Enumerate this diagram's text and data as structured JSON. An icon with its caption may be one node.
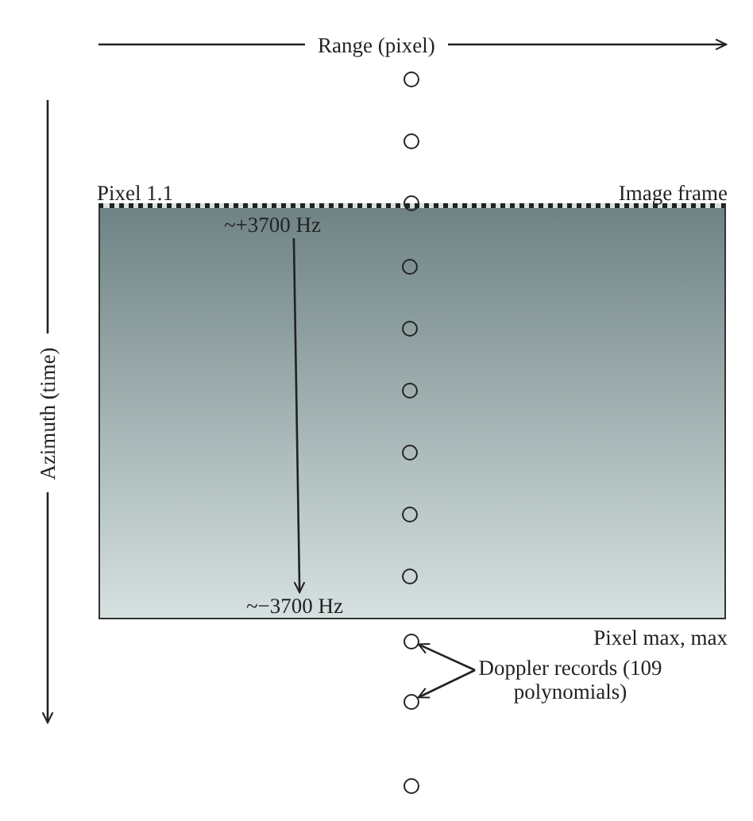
{
  "diagram": {
    "nodes": [
      {
        "text": [
          "Pixel 1.1",
          "Image frame",
          "Pixel max, max"
        ]
      },
      {
        "text": [
          "~+3700 Hz"
        ],
        "in": 0
      },
      {
        "text": [
          "~−3700 Hz"
        ],
        "in": 0
      },
      {
        "text": [],
        "shape": "circle"
      },
      {
        "text": [],
        "shape": "circle"
      },
      {
        "text": [],
        "shape": "circle"
      },
      {
        "text": [],
        "shape": "circle",
        "in": 0
      },
      {
        "text": [],
        "shape": "circle",
        "in": 0
      },
      {
        "text": [],
        "shape": "circle",
        "in": 0
      },
      {
        "text": [],
        "shape": "circle",
        "in": 0
      },
      {
        "text": [],
        "shape": "circle",
        "in": 0
      },
      {
        "text": [],
        "shape": "circle",
        "in": 0
      },
      {
        "text": [],
        "shape": "circle"
      },
      {
        "text": [],
        "shape": "circle"
      },
      {
        "text": [],
        "shape": "circle"
      },
      {
        "text": [
          "Doppler records (109 polynomials)"
        ]
      }
    ],
    "edges": [
      {
        "from": 1,
        "to": 2,
        "arrow": "to"
      },
      {
        "from": 15,
        "to": 12,
        "arrow": "to"
      },
      {
        "from": 15,
        "to": 13,
        "arrow": "to"
      }
    ],
    "labels": [
      "Range (pixel)",
      "Azimuth (time)"
    ]
  }
}
